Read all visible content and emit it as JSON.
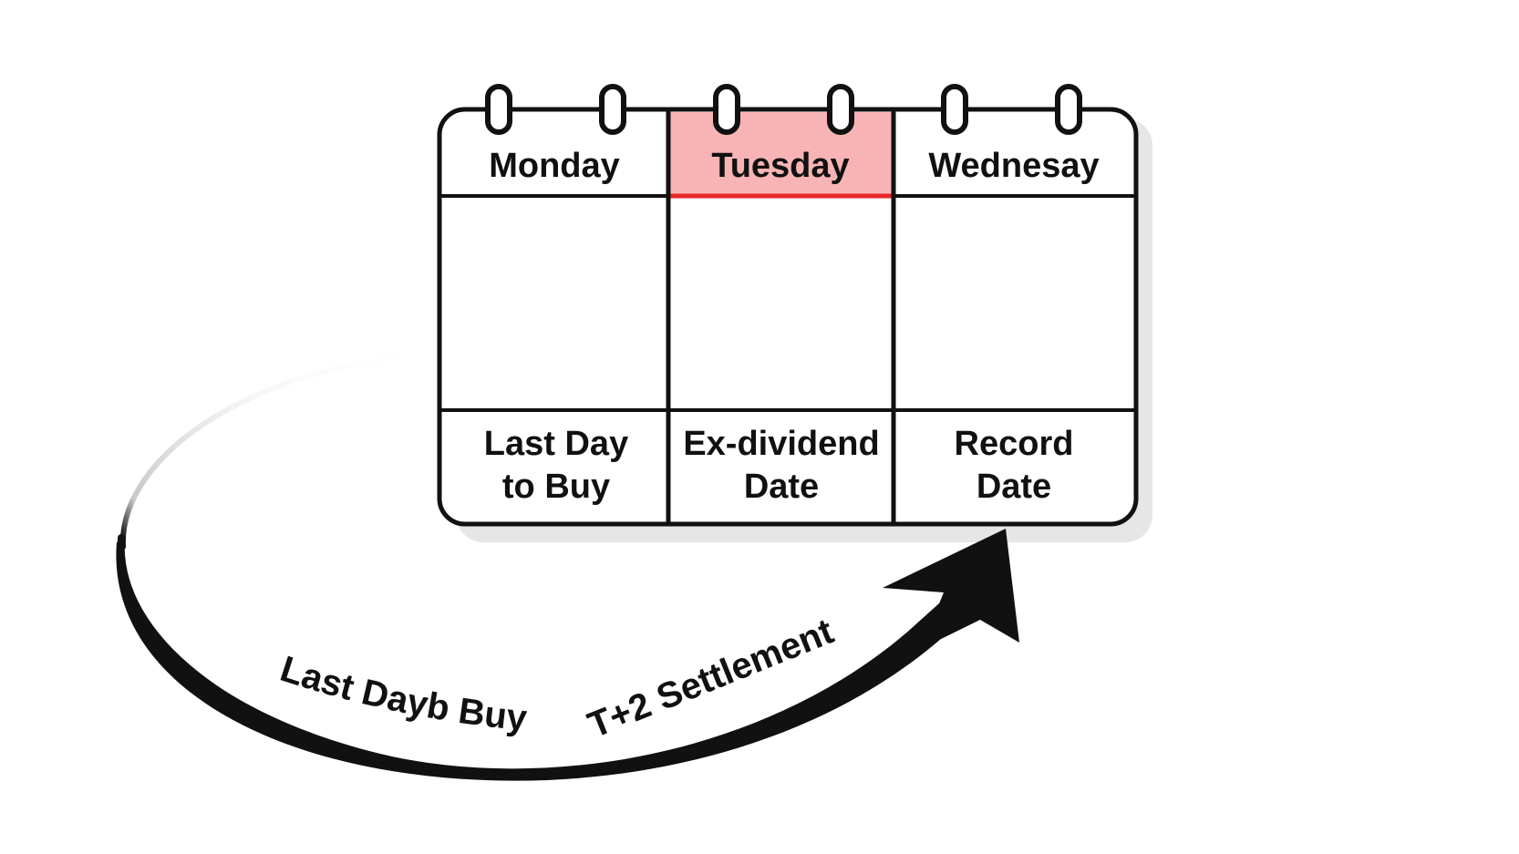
{
  "calendar": {
    "columns": [
      {
        "day": "Monday",
        "event_line1": "Last Day",
        "event_line2": "to Buy",
        "highlighted": false
      },
      {
        "day": "Tuesday",
        "event_line1": "Ex-dividend",
        "event_line2": "Date",
        "highlighted": true
      },
      {
        "day": "Wednesay",
        "event_line1": "Record",
        "event_line2": "Date",
        "highlighted": false
      }
    ]
  },
  "arrow": {
    "label_left": "Last Dayb Buy",
    "label_right": "T+2 Settlement"
  },
  "colors": {
    "highlight_fill": "#f8b4b4",
    "highlight_line": "#e8262a",
    "outline": "#111111",
    "shadow": "#e6e6e6",
    "background": "#ffffff"
  }
}
